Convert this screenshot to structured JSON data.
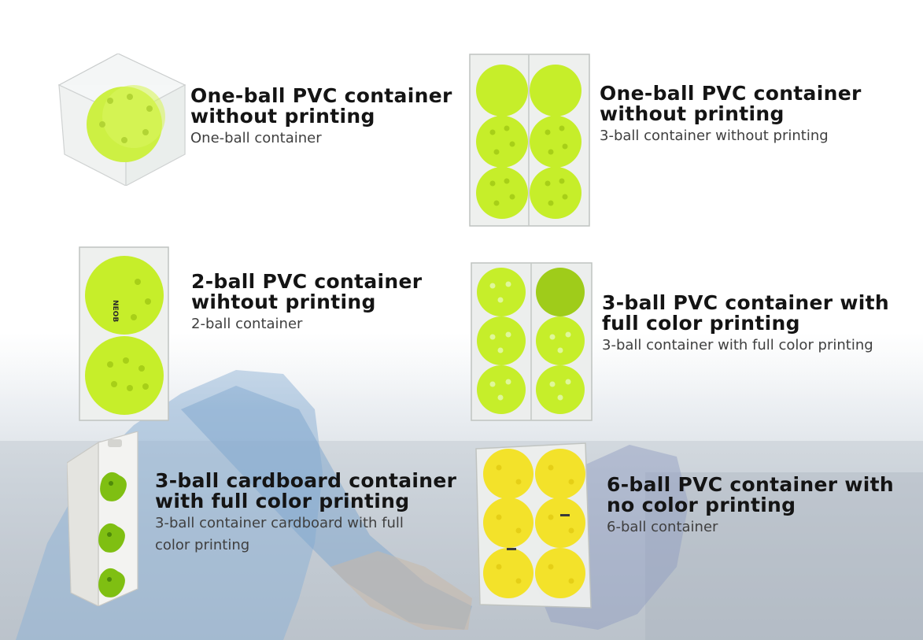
{
  "products": [
    {
      "title_lines": [
        "One-ball PVC container",
        "without printing"
      ],
      "subtitle_lines": [
        "One-ball container"
      ]
    },
    {
      "title_lines": [
        "One-ball PVC container",
        "without printing"
      ],
      "subtitle_lines": [
        "3-ball container without printing"
      ]
    },
    {
      "title_lines": [
        "2-ball PVC container",
        "wihtout printing"
      ],
      "subtitle_lines": [
        "2-ball container"
      ]
    },
    {
      "title_lines": [
        "3-ball PVC container with",
        "full color printing"
      ],
      "subtitle_lines": [
        "3-ball container with full color printing"
      ]
    },
    {
      "title_lines": [
        "3-ball cardboard container",
        "with full color printing"
      ],
      "subtitle_lines": [
        "3-ball container cardboard with full",
        "color printing"
      ]
    },
    {
      "title_lines": [
        "6-ball PVC container with",
        "no color printing"
      ],
      "subtitle_lines": [
        "6-ball container"
      ]
    }
  ],
  "ball_brand": "NEOB",
  "colors": {
    "ball_green": "#c6ee2a",
    "ball_yellow": "#f3e22a",
    "title": "#141414",
    "subtitle": "#3f3f3f"
  }
}
